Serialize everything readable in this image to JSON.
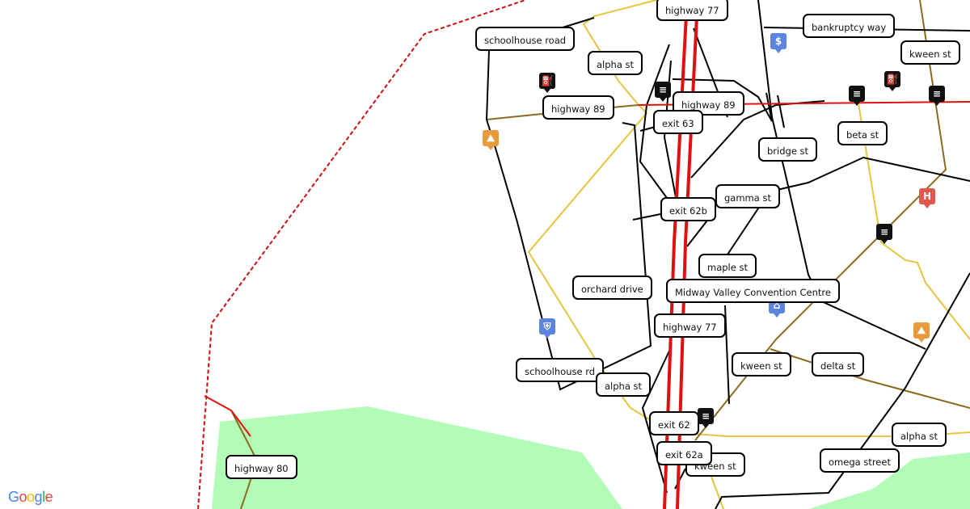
{
  "map": {
    "colors": {
      "park": "#b3fcb8",
      "highway": "#e01010",
      "major": "#8b6a1e",
      "minor": "#e8c43c",
      "street": "#000000",
      "border": "#d01010"
    },
    "labels": [
      "highway 77",
      "schoolhouse road",
      "bankruptcy way",
      "alpha st",
      "kween st",
      "highway 89",
      "highway 89",
      "exit 63",
      "bridge st",
      "beta st",
      "gamma st",
      "exit 62b",
      "maple st",
      "orchard drive",
      "Midway Valley Convention Centre",
      "highway 77",
      "schoolhouse rd",
      "alpha st",
      "kween st",
      "delta st",
      "exit 62",
      "exit 62a",
      "kween st",
      "alpha st",
      "omega street",
      "highway 80"
    ],
    "icons": [
      "fuel-icon",
      "traffic-light-icon",
      "hiking-icon",
      "hospital-icon",
      "police-icon",
      "bank-icon",
      "convention-centre-icon"
    ]
  },
  "logo": "Google"
}
